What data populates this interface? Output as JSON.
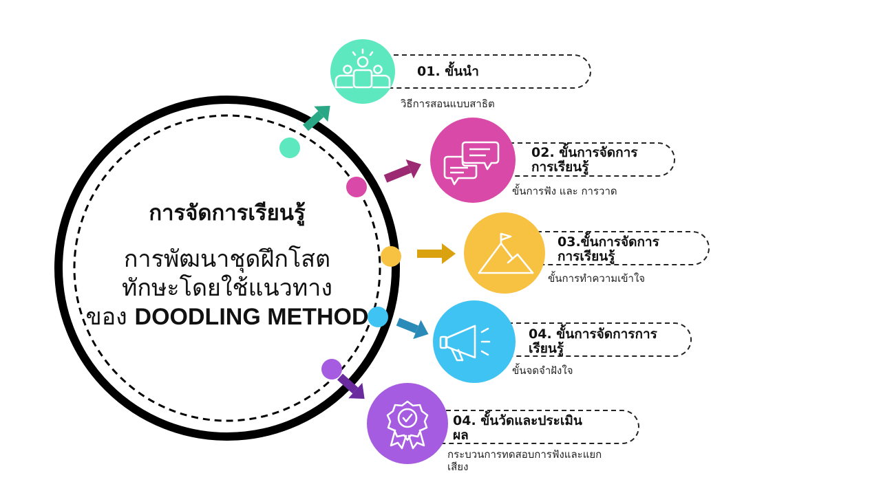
{
  "center": {
    "title": "การจัดการเรียนรู้",
    "subtitle_line1": "การพัฒนาชุดฝึกโสต",
    "subtitle_line2": "ทักษะโดยใช้แนวทาง",
    "subtitle_line3_prefix": "ของ ",
    "subtitle_line3_latin": "DOODLING METHOD"
  },
  "steps": [
    {
      "title": "01. ขั้นนำ",
      "desc": "วิธีการสอนแบบสาธิต",
      "color": "#5de8c0",
      "arrow_color": "#2aa886",
      "icon": "people-icon"
    },
    {
      "title": "02. ขั้นการจัดการ\nการเรียนรู้",
      "desc": "ขั้นการฟัง และ การวาด",
      "color": "#d94aa8",
      "arrow_color": "#9b2a72",
      "icon": "chat-bubbles-icon"
    },
    {
      "title": "03.ขั้นการจัดการ\nการเรียนรู้",
      "desc": "ขั้นการทำความเข้าใจ",
      "color": "#f7c142",
      "arrow_color": "#d9a20e",
      "icon": "mountain-flag-icon"
    },
    {
      "title": "04. ขั้นการจัดการการ\nเรียนรู้",
      "desc": "ขั้นจดจำฝังใจ",
      "color": "#3ec3f2",
      "arrow_color": "#2a8bb8",
      "icon": "megaphone-icon"
    },
    {
      "title": "04. ขั้นวัดและประเมิน\nผล",
      "desc": "กระบวนการทดสอบการฟังและแยก\nเสียง",
      "color": "#a65ce0",
      "arrow_color": "#6a2b9e",
      "icon": "award-badge-icon"
    }
  ]
}
